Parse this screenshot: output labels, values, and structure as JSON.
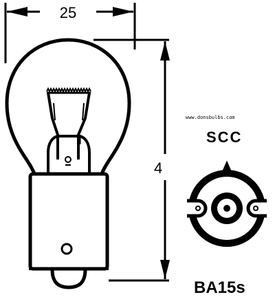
{
  "drawing": {
    "ink_color": "#000000",
    "background_color": "#ffffff"
  },
  "dimensions": {
    "width_value": "25",
    "height_value": "4"
  },
  "labels": {
    "watermark": "www.donsbulbs.com",
    "finish_code": "SCC",
    "base_code": "BA15s"
  },
  "parts": {
    "bulb_icon": "bulb-side-view-icon",
    "base_icon": "bayonet-base-end-view-icon"
  }
}
